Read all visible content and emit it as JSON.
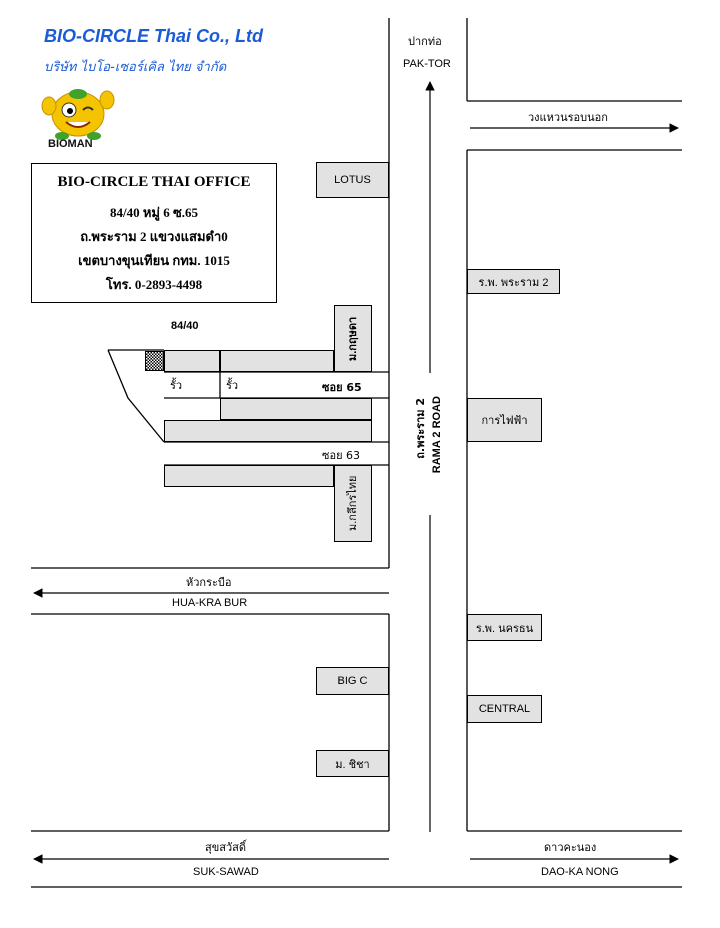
{
  "company": {
    "name_en": "BIO-CIRCLE Thai Co., Ltd",
    "name_th": "บริษัท ไบโอ-เซอร์เคิล ไทย จำกัด",
    "mascot": "BIOMAN"
  },
  "office": {
    "title": "BIO-CIRCLE  THAI  OFFICE",
    "address1": "84/40 หมู่ 6 ซ.65",
    "address2": "ถ.พระราม 2 แขวงแสมดำ0",
    "address3": "เขตบางขุนเทียน กทม. 1015",
    "phone": "โทร.  0-2893-4498"
  },
  "labels": {
    "house_no": "84/40",
    "pak_tor_th": "ปากท่อ",
    "pak_tor_en": "PAK-TOR",
    "outer_ring": "วงแหวนรอบนอก",
    "hua_krabue_th": "หัวกระบือ",
    "hua_krabue_en": "HUA-KRA BUR",
    "suk_sawat_th": "สุขสวัสดิ์",
    "suk_sawat_en": "SUK-SAWAD",
    "dao_kanong_th": "ดาวคะนอง",
    "dao_kanong_en": "DAO-KA NONG",
    "soi65": "ซอย 65",
    "soi63": "ซอย 63",
    "fence1": "รั้ว",
    "fence2": "รั้ว",
    "rama2_th": "ถ.พระราม  2",
    "rama2_en": "RAMA 2 ROAD"
  },
  "buildings": {
    "lotus": "LOTUS",
    "rama2_hospital": "ร.พ. พระราม 2",
    "village_a": "ม.กฤษดา",
    "electricity": "การไฟฟ้า",
    "village_b": "ม.กลึกรไทย",
    "nakhon_hospital": "ร.พ. นครธน",
    "big_c": "BIG C",
    "central": "CENTRAL",
    "village_c": "ม. ชิชา"
  },
  "colors": {
    "brand_blue": "#1a5bd6",
    "mascot_yellow": "#f5c400",
    "mascot_green": "#3ea22b"
  }
}
